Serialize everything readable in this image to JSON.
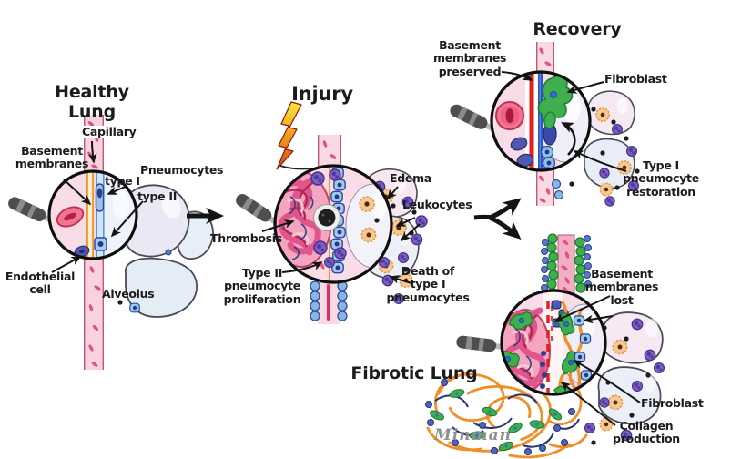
{
  "figure": {
    "signature": "Minman"
  },
  "panels": {
    "healthy": {
      "title": "Healthy Lung",
      "labels": {
        "capillary": "Capillary",
        "basement_membranes": "Basement\nmembranes",
        "pneumocytes": "Pneumocytes",
        "type_i": "type I",
        "type_ii": "type II",
        "endothelial_cell": "Endothelial\ncell",
        "alveolus": "Alveolus"
      }
    },
    "injury": {
      "title": "Injury",
      "labels": {
        "thrombosis": "Thrombosis",
        "edema": "Edema",
        "leukocytes": "Leukocytes",
        "type_ii_pneumocyte_proliferation": "Type II\npneumocyte\nproliferation",
        "death_of_type_i_pneumocytes": "Death of\ntype I\npneumocytes"
      }
    },
    "recovery": {
      "title": "Recovery",
      "labels": {
        "basement_membranes_preserved": "Basement\nmembranes\npreserved",
        "fibroblast": "Fibroblast",
        "type_i_pneumocyte_restoration": "Type I\npneumocyte\nrestoration"
      }
    },
    "fibrotic": {
      "title": "Fibrotic Lung",
      "labels": {
        "basement_membranes_lost": "Basement\nmembranes\nlost",
        "fibroblast": "Fibroblast",
        "collagen_production": "Collagen\nproduction"
      }
    }
  },
  "colors": {
    "background": "#ffffff",
    "text": "#1c1c1c",
    "capillary_pink": "#f9d2de",
    "thrombus_pink": "#ee6a96",
    "pneumocyte_blue": "#9cc4e8",
    "leukocyte_purple": "#7a5fc0",
    "fibroblast_green": "#3fae4e",
    "collagen_orange": "#ef8f28",
    "basement_red": "#e31f1f",
    "lightning_yellow": "#f9e73c"
  }
}
